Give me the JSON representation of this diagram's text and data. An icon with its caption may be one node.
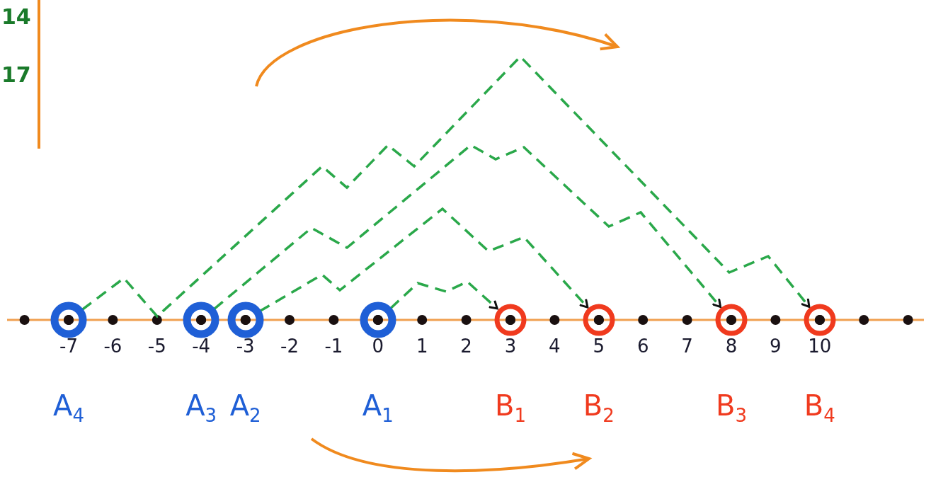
{
  "diagram": {
    "nodes": [
      {
        "text": [
          "A$_{4}$"
        ]
      },
      {
        "text": [
          "A$_{3}$"
        ]
      },
      {
        "text": [
          "A$_{2}$"
        ]
      },
      {
        "text": [
          "A$_{1}$"
        ]
      },
      {
        "text": [
          "B$_{1}$"
        ]
      },
      {
        "text": [
          "B$_{2}$"
        ]
      },
      {
        "text": [
          "B$_{3}$"
        ]
      },
      {
        "text": [
          "B$_{4}$"
        ]
      }
    ],
    "edges": [
      {
        "from": 3,
        "to": 4,
        "arrow": "to",
        "style": "dashed"
      },
      {
        "from": 2,
        "to": 5,
        "arrow": "to",
        "style": "dashed"
      },
      {
        "from": 1,
        "to": 6,
        "arrow": "to",
        "style": "dashed"
      },
      {
        "from": 0,
        "to": 7,
        "arrow": "to",
        "style": "dashed"
      }
    ],
    "labels": [
      "14",
      "17",
      "-7",
      "-6",
      "-5",
      "-4",
      "-3",
      "-2",
      "-1",
      "0",
      "1",
      "2",
      "3",
      "4",
      "5",
      "6",
      "7",
      "8",
      "9",
      "10"
    ]
  }
}
